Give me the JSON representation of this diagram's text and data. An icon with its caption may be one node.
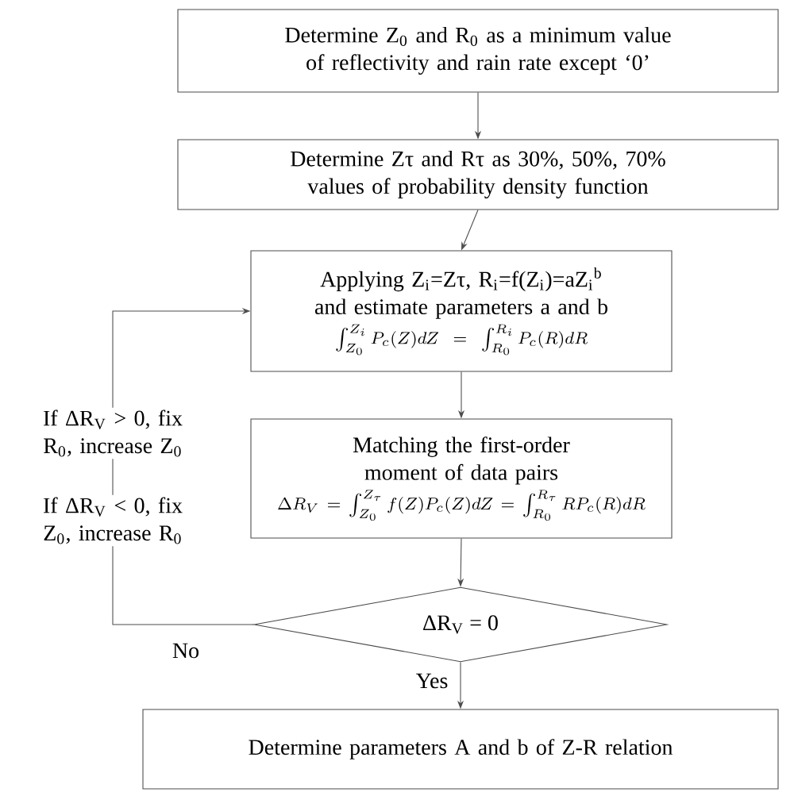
{
  "diagram": {
    "nodes": [
      {
        "text": [
          "Determine Z$_{0}$ and R$_{0}$ as a minimum value of reflectivity and rain rate except ‘0’"
        ]
      },
      {
        "text": [
          "Determine Zτ and Rτ as 30%, 50%, 70% values of probability density function"
        ]
      },
      {
        "text": [
          "Applying Z$_{i}$=Zτ, R$_{i}$=f(Z$_{i}$)=aZ$_{i}$$^{b}$ and estimate parameters a and b",
          "\\int_{Z_0}^{Z_i} P_c(Z)dZ = \\int_{R_0}^{R_i} P_c(R)dR"
        ]
      },
      {
        "text": [
          "Matching the first-order moment of data pairs",
          "\\Delta R_V = \\int_{Z_0}^{Z_\\tau} f(Z)P_c(Z)dZ = \\int_{R_0}^{R_\\tau} RP_c(R)dR"
        ]
      },
      {
        "text": [
          "ΔR$_{V}$ = 0"
        ]
      },
      {
        "text": [
          "Determine parameters A and b of Z-R relation"
        ]
      }
    ],
    "edges": [
      {
        "from": 0,
        "to": 1,
        "arrow": "to"
      },
      {
        "from": 1,
        "to": 2,
        "arrow": "to"
      },
      {
        "from": 2,
        "to": 3,
        "arrow": "to"
      },
      {
        "from": 3,
        "to": 4,
        "arrow": "to"
      },
      {
        "from": 4,
        "to": 2,
        "arrow": "to",
        "label": "No"
      },
      {
        "from": 4,
        "to": 5,
        "arrow": "to",
        "label": "Yes"
      }
    ],
    "labels": [
      "If ΔR$_{V}$ > 0, fix R$_{0}$, increase Z$_{0}$",
      "If ΔR$_{V}$ < 0, fix Z$_{0}$, increase R$_{0}$"
    ]
  }
}
